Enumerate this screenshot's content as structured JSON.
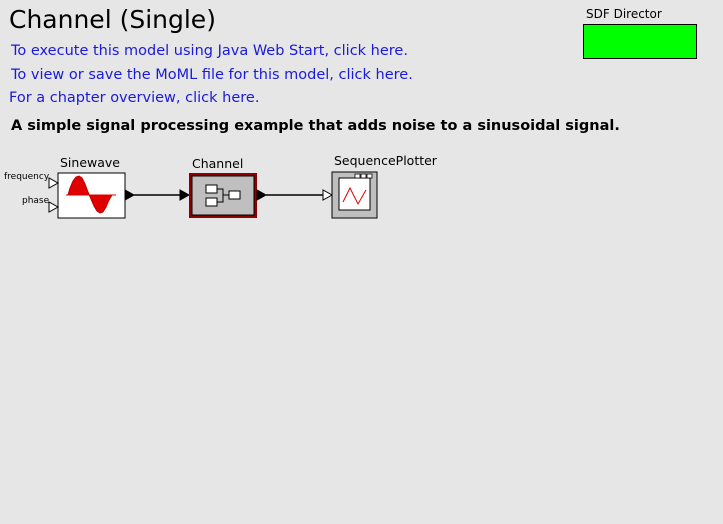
{
  "title": "Channel (Single)",
  "links": [
    "To execute this model using Java Web Start, click here.",
    "To view or save the MoML file for this model, click here.",
    "For a chapter overview, click here."
  ],
  "description": "A simple signal processing example that adds noise to a sinusoidal signal.",
  "director": {
    "label": "SDF Director",
    "color": "#00ff00"
  },
  "actors": {
    "sinewave": {
      "label": "Sinewave",
      "ports": {
        "frequency": "frequency",
        "phase": "phase"
      }
    },
    "channel": {
      "label": "Channel"
    },
    "plotter": {
      "label": "SequencePlotter"
    }
  },
  "colors": {
    "link": "#1a1adb",
    "background": "#e6e6e6",
    "sine": "#e00000",
    "channel_border": "#8b0000"
  }
}
